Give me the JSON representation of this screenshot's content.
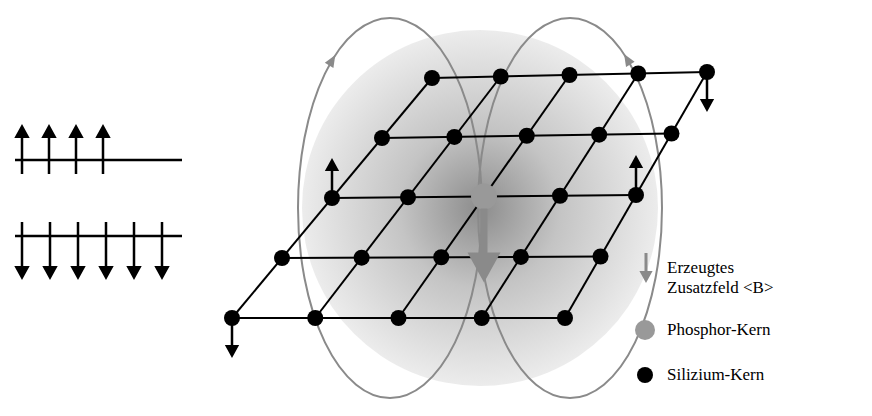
{
  "diagram": {
    "legend": [
      {
        "text": "Erzeugtes Zusatzfeld <B>"
      },
      {
        "text": "Phosphor-Kern",
        "color": "#999999"
      },
      {
        "text": "Silizium-Kern",
        "color": "#000000"
      }
    ]
  }
}
